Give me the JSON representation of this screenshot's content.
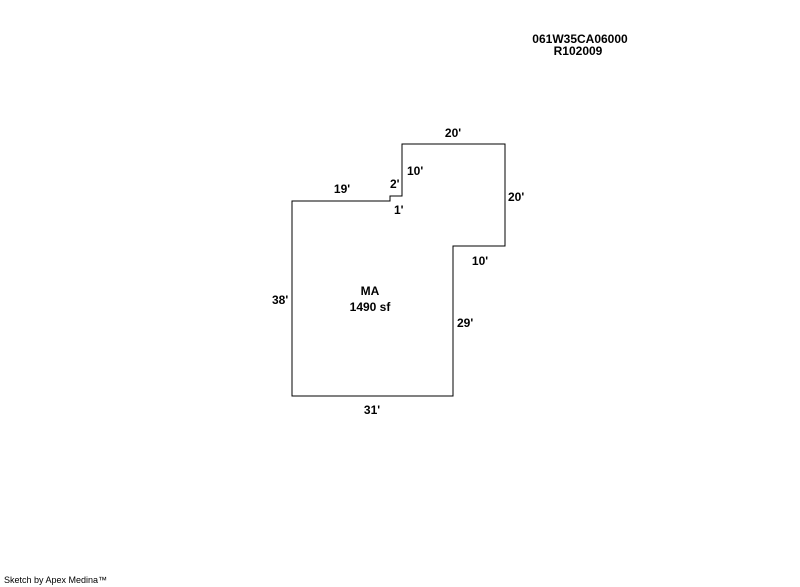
{
  "header": {
    "parcel_id": "061W35CA06000",
    "account_id": "R102009"
  },
  "sketch": {
    "area_label": "MA",
    "area_value": "1490 sf",
    "dimensions": {
      "top": "20'",
      "right_upper": "20'",
      "inner_upper_left": "10'",
      "step_small": "2'",
      "step_inner": "1'",
      "left_top": "19'",
      "right_step": "10'",
      "left_side": "38'",
      "right_lower": "29'",
      "bottom": "31'"
    },
    "line_color": "#000000"
  },
  "footer": {
    "credit": "Sketch by Apex Medina™"
  }
}
